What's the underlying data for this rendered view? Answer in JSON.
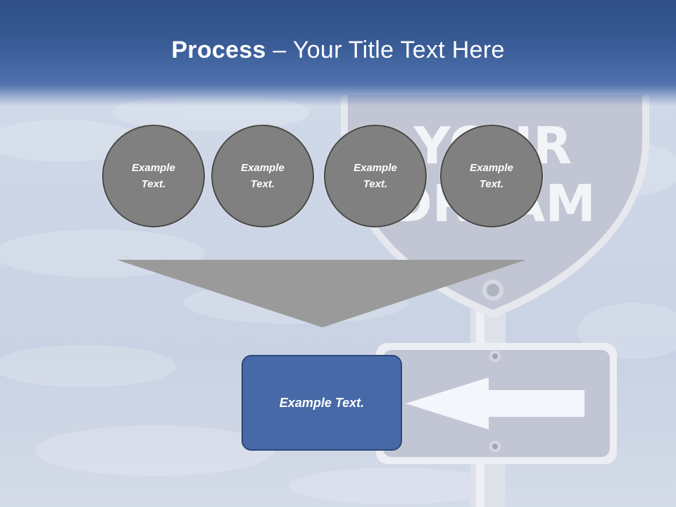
{
  "title": {
    "bold": "Process",
    "rest": " – Your Title Text Here"
  },
  "sign": {
    "line1": "YOUR",
    "line2": "DREAM"
  },
  "circles": [
    {
      "text": "Example Text."
    },
    {
      "text": "Example Text."
    },
    {
      "text": "Example Text."
    },
    {
      "text": "Example Text."
    }
  ],
  "result": {
    "text": "Example Text."
  },
  "colors": {
    "title_band": "#3a5d98",
    "circle_fill": "#808080",
    "funnel_fill": "#9a9a9a",
    "result_fill": "#4869a7"
  },
  "icons": {
    "arrow": "left-arrow-icon"
  }
}
